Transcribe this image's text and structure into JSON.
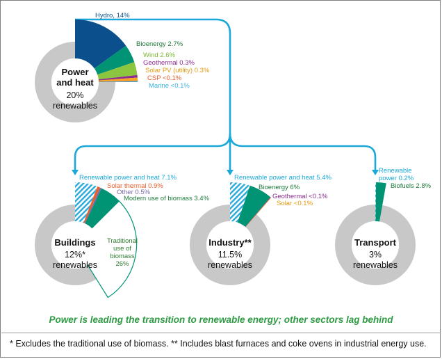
{
  "colors": {
    "hydro": "#0b4f8c",
    "bioenergy": "#009374",
    "wind": "#8cc63f",
    "geothermal": "#8b2a8f",
    "solar_pv": "#f5a623",
    "csp": "#e8612c",
    "marine": "#3bb3e2",
    "solar_thermal": "#e8612c",
    "other": "#7a6aa8",
    "modern_biomass": "#009374",
    "connector": "#1aa8d8",
    "ring": "#c8c8c8",
    "tagline": "#2e9a43"
  },
  "power_heat": {
    "title_line1": "Power",
    "title_line2": "and heat",
    "share": "20%",
    "unit": "renewables",
    "labels": {
      "hydro": "Hydro, 14%",
      "bioenergy": "Bioenergy 2.7%",
      "wind": "Wind 2.6%",
      "geothermal": "Geothermal 0.3%",
      "solar_pv": "Solar PV (utility) 0.3%",
      "csp": "CSP <0.1%",
      "marine": "Marine <0.1%"
    }
  },
  "buildings": {
    "title": "Buildings",
    "share": "12%*",
    "unit": "renewables",
    "labels": {
      "renewable_power_heat": "Renewable power and heat 7.1%",
      "solar_thermal": "Solar thermal 0.9%",
      "other": "Other 0.5%",
      "modern_biomass": "Modern use of biomass 3.4%",
      "traditional_line1": "Traditional",
      "traditional_line2": "use of",
      "traditional_line3": "biomass",
      "traditional_line4": "26%"
    }
  },
  "industry": {
    "title": "Industry**",
    "share": "11.5%",
    "unit": "renewables",
    "labels": {
      "renewable_power_heat": "Renewable power and heat 5.4%",
      "bioenergy": "Bioenergy 6%",
      "geothermal": "Geothermal <0.1%",
      "solar": "Solar <0.1%"
    }
  },
  "transport": {
    "title": "Transport",
    "share": "3%",
    "unit": "renewables",
    "labels": {
      "renewable_power_line1": "Renewable",
      "renewable_power_line2": "power 0.2%",
      "biofuels": "Biofuels 2.8%"
    }
  },
  "tagline": "Power is leading the transition to renewable energy; other sectors lag behind",
  "footnote": "* Excludes the traditional use of biomass. ** Includes blast furnaces and coke ovens in industrial energy use."
}
